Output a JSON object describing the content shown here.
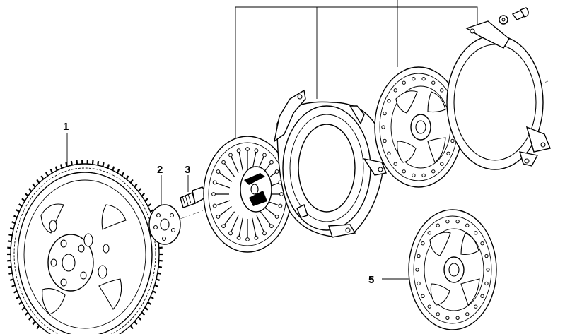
{
  "callouts": [
    {
      "id": "1",
      "label": "1"
    },
    {
      "id": "2",
      "label": "2"
    },
    {
      "id": "3",
      "label": "3"
    },
    {
      "id": "5",
      "label": "5"
    }
  ],
  "colors": {
    "line": "#000000",
    "background": "#ffffff"
  }
}
